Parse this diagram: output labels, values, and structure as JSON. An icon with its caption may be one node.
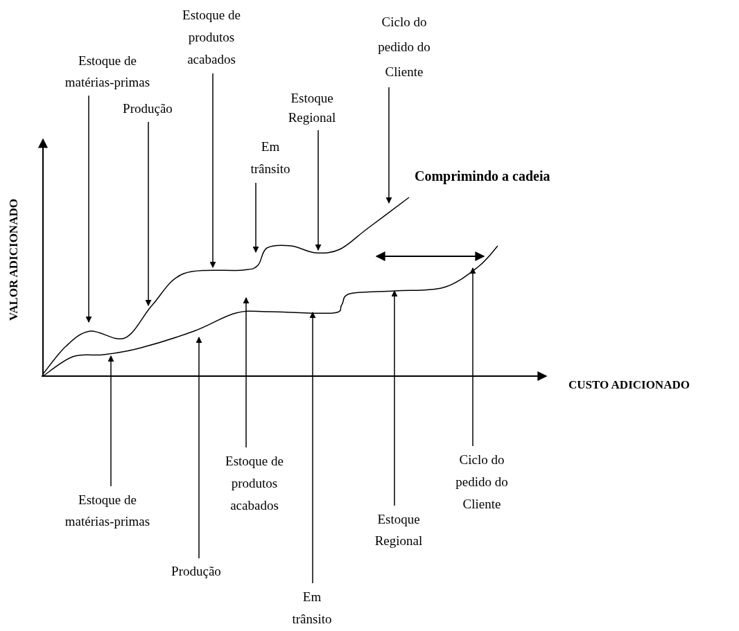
{
  "diagram": {
    "nodes": [
      {
        "text": [
          "Estoque de matérias-primas"
        ]
      },
      {
        "text": [
          "Produção"
        ]
      },
      {
        "text": [
          "Estoque de produtos acabados"
        ]
      },
      {
        "text": [
          "Em trânsito"
        ]
      },
      {
        "text": [
          "Estoque Regional"
        ]
      },
      {
        "text": [
          "Ciclo do pedido do Cliente"
        ]
      },
      {
        "text": [
          "Estoque de matérias-primas"
        ]
      },
      {
        "text": [
          "Produção"
        ]
      },
      {
        "text": [
          "Estoque de produtos acabados"
        ]
      },
      {
        "text": [
          "Em trânsito"
        ]
      },
      {
        "text": [
          "Estoque Regional"
        ]
      },
      {
        "text": [
          "Ciclo do pedido do Cliente"
        ]
      }
    ],
    "edges": [
      {
        "from": 0,
        "to": null,
        "arrow": "to"
      },
      {
        "from": 1,
        "to": null,
        "arrow": "to"
      },
      {
        "from": 2,
        "to": null,
        "arrow": "to"
      },
      {
        "from": 3,
        "to": null,
        "arrow": "to"
      },
      {
        "from": 4,
        "to": null,
        "arrow": "to"
      },
      {
        "from": 5,
        "to": null,
        "arrow": "to"
      },
      {
        "from": 6,
        "to": null,
        "arrow": "to"
      },
      {
        "from": 7,
        "to": null,
        "arrow": "to"
      },
      {
        "from": 8,
        "to": null,
        "arrow": "to"
      },
      {
        "from": 9,
        "to": null,
        "arrow": "to"
      },
      {
        "from": 10,
        "to": null,
        "arrow": "to"
      },
      {
        "from": 11,
        "to": null,
        "arrow": "to"
      }
    ],
    "labels": [
      "VALOR ADICIONADO",
      "Comprimindo a cadeia",
      "CUSTO ADICIONADO"
    ]
  }
}
